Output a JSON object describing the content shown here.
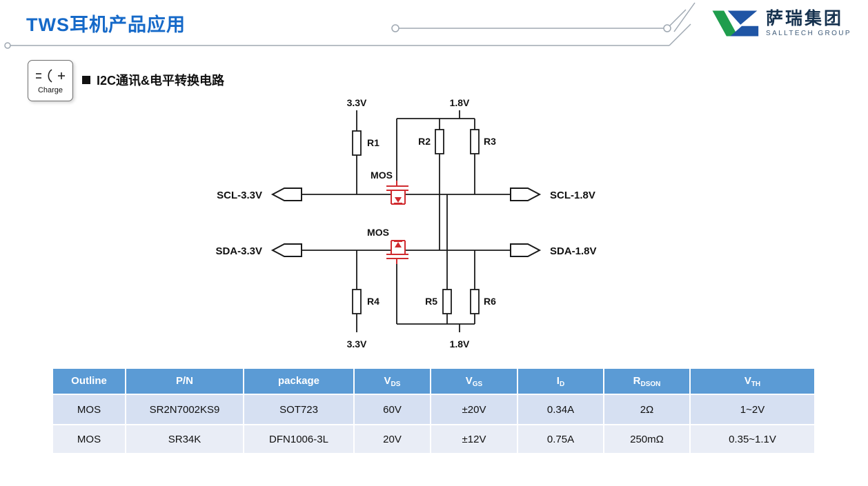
{
  "page": {
    "title": "TWS耳机产品应用"
  },
  "logo": {
    "company": "萨瑞集团",
    "subtitle": "SALLTECH GROUP"
  },
  "charge_card": {
    "label": "Charge"
  },
  "section": {
    "title": "I2C通讯&电平转换电路"
  },
  "circuit": {
    "supply_top_left": "3.3V",
    "supply_top_right": "1.8V",
    "supply_bottom_left": "3.3V",
    "supply_bottom_right": "1.8V",
    "resistors": [
      "R1",
      "R2",
      "R3",
      "R4",
      "R5",
      "R6"
    ],
    "mos_scl_label": "MOS",
    "mos_sda_label": "MOS",
    "ports": {
      "scl_left": "SCL-3.3V",
      "scl_right": "SCL-1.8V",
      "sda_left": "SDA-3.3V",
      "sda_right": "SDA-1.8V"
    }
  },
  "table": {
    "headers": [
      {
        "main": "Outline",
        "sub": ""
      },
      {
        "main": "P/N",
        "sub": ""
      },
      {
        "main": "package",
        "sub": ""
      },
      {
        "main": "V",
        "sub": "DS"
      },
      {
        "main": "V",
        "sub": "GS"
      },
      {
        "main": "I",
        "sub": "D"
      },
      {
        "main": "R",
        "sub": "DSON"
      },
      {
        "main": "V",
        "sub": "TH"
      }
    ],
    "rows": [
      [
        "MOS",
        "SR2N7002KS9",
        "SOT723",
        "60V",
        "±20V",
        "0.34A",
        "2Ω",
        "1~2V"
      ],
      [
        "MOS",
        "SR34K",
        "DFN1006-3L",
        "20V",
        "±12V",
        "0.75A",
        "250mΩ",
        "0.35~1.1V"
      ]
    ]
  },
  "colors": {
    "title_blue": "#1569c8",
    "table_header_blue": "#5b9bd5",
    "row_light_blue": "#d6e0f2",
    "row_lighter_blue": "#e9edf6",
    "mos_red": "#d02a2e",
    "logo_green": "#1f9d4d",
    "logo_blue": "#1f55a5"
  }
}
